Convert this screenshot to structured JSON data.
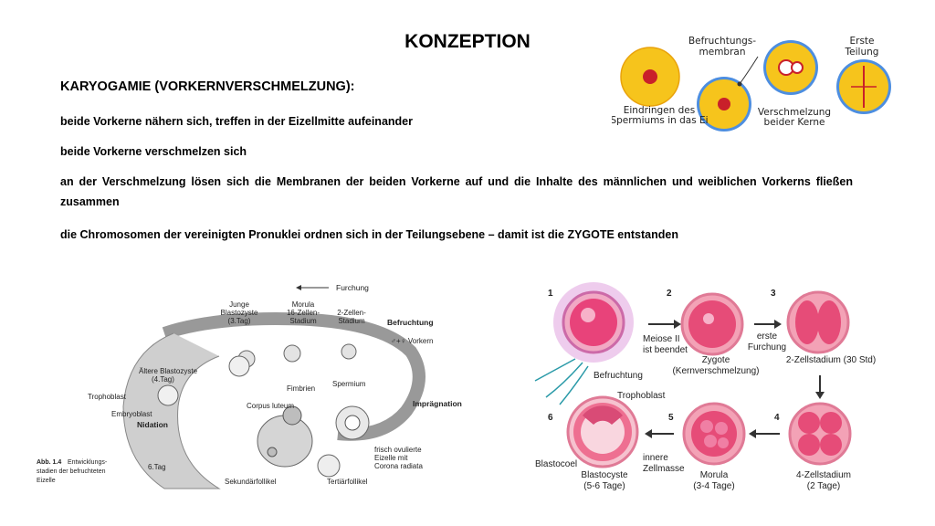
{
  "title": "KONZEPTION",
  "heading": "KARYOGAMIE (VORKERNVERSCHMELZUNG):",
  "paragraphs": [
    "beide Vorkerne nähern sich, treffen in der Eizellmitte aufeinander",
    "beide Vorkerne verschmelzen sich",
    "an der Verschmelzung lösen sich die Membranen der beiden Vorkerne auf und die Inhalte des männlichen und weiblichen Vorkerns fließen zusammen",
    "die Chromosomen der vereinigten Pronuklei ordnen sich in der Teilungsebene – damit ist die ZYGOTE entstanden"
  ],
  "fig_top": {
    "befruchtungsmembran": [
      "Befruchtungs-",
      "membran"
    ],
    "erste_teilung": [
      "Erste",
      "Teilung"
    ],
    "eindringen": [
      "Eindringen des",
      "Spermiums in das Ei"
    ],
    "verschmelzung": [
      "Verschmelzung",
      "beider Kerne"
    ]
  },
  "fig_left": {
    "furchung": "Furchung",
    "junge_blastozyste": [
      "Junge",
      "Blastozyste",
      "(3.Tag)"
    ],
    "morula": [
      "Morula",
      "16-Zellen-",
      "Stadium"
    ],
    "zwei_zellen": [
      "2-Zellen-",
      "Stadium"
    ],
    "befruchtung": "Befruchtung",
    "vorkern": "♂+♀ Vorkern",
    "aeltere_blastozyste": [
      "Ältere Blastozyste",
      "(4.Tag)"
    ],
    "fimbrien": "Fimbrien",
    "spermium": "Spermium",
    "trophoblast": "Trophoblast",
    "corpus_luteum": "Corpus luteum",
    "impraegnation": "Imprägnation",
    "embryoblast": "Embryoblast",
    "nidation": "Nidation",
    "sechs_tag": "6.Tag",
    "eizelle": [
      "frisch ovulierte",
      "Eizelle mit",
      "Corona radiata"
    ],
    "sekundaer": "Sekundärfollikel",
    "tertiaer": "Tertiärfollikel",
    "caption": [
      "Abb. 1.4",
      "Entwicklungs-",
      "stadien der befruchteten",
      "Eizelle"
    ]
  },
  "fig_right": {
    "n1": "1",
    "n2": "2",
    "n3": "3",
    "n4": "4",
    "n5": "5",
    "n6": "6",
    "meiose": [
      "Meiose II",
      "ist beendet"
    ],
    "befruchtung": "Befruchtung",
    "zygote": [
      "Zygote",
      "(Kernverschmelzung)"
    ],
    "erste_furchung": [
      "erste",
      "Furchung"
    ],
    "zweizell": "2-Zellstadium (30 Std)",
    "trophoblast": "Trophoblast",
    "blastocoel": "Blastocoel",
    "innere": [
      "innere",
      "Zellmasse"
    ],
    "blastocyste": [
      "Blastocyste",
      "(5-6 Tage)"
    ],
    "morula": [
      "Morula",
      "(3-4 Tage)"
    ],
    "vierzell": [
      "4-Zellstadium",
      "(2 Tage)"
    ]
  }
}
